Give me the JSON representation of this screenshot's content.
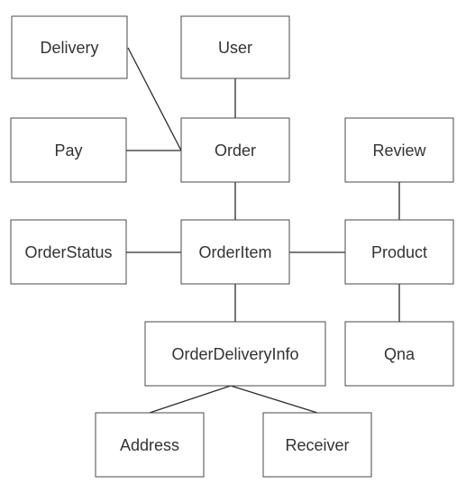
{
  "diagram": {
    "nodes": {
      "delivery": "Delivery",
      "user": "User",
      "pay": "Pay",
      "order": "Order",
      "review": "Review",
      "order_status": "OrderStatus",
      "order_item": "OrderItem",
      "product": "Product",
      "order_delivery_info": "OrderDeliveryInfo",
      "qna": "Qna",
      "address": "Address",
      "receiver": "Receiver"
    },
    "edges": [
      [
        "delivery",
        "order"
      ],
      [
        "pay",
        "order"
      ],
      [
        "user",
        "order"
      ],
      [
        "order",
        "order_item"
      ],
      [
        "order_status",
        "order_item"
      ],
      [
        "order_item",
        "product"
      ],
      [
        "review",
        "product"
      ],
      [
        "product",
        "qna"
      ],
      [
        "order_item",
        "order_delivery_info"
      ],
      [
        "order_delivery_info",
        "address"
      ],
      [
        "order_delivery_info",
        "receiver"
      ]
    ]
  }
}
